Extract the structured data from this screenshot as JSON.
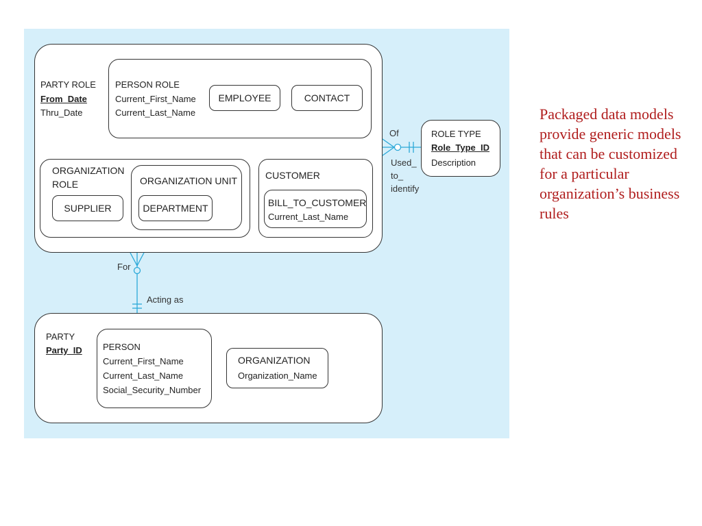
{
  "party_role": {
    "name": "PARTY ROLE",
    "key_attr": "From_Date",
    "attr": "Thru_Date",
    "person_role": {
      "name": "PERSON ROLE",
      "attrs": [
        "Current_First_Name",
        "Current_Last_Name"
      ],
      "subtypes": [
        "EMPLOYEE",
        "CONTACT"
      ]
    },
    "organization_role": {
      "name_lines": [
        "ORGANIZATION",
        "ROLE"
      ],
      "supplier": "SUPPLIER",
      "org_unit": {
        "name": "ORGANIZATION UNIT",
        "department": "DEPARTMENT"
      }
    },
    "customer": {
      "name": "CUSTOMER",
      "bill_to": {
        "name": "BILL_TO_CUSTOMER",
        "attr": "Current_Last_Name"
      }
    }
  },
  "role_type": {
    "name": "ROLE TYPE",
    "key_attr": "Role_Type_ID",
    "attr": "Description"
  },
  "relationships": {
    "of": "Of",
    "used_to_identify": [
      "Used_",
      "to_",
      "identify"
    ],
    "for": "For",
    "acting_as": "Acting as"
  },
  "party": {
    "name": "PARTY",
    "key_attr": "Party_ID",
    "person": {
      "name": "PERSON",
      "attrs": [
        "Current_First_Name",
        "Current_Last_Name",
        "Social_Security_Number"
      ]
    },
    "organization": {
      "name": "ORGANIZATION",
      "attr": "Organization_Name"
    }
  },
  "note": "Packaged data models provide generic models that can be customized for a particular organization’s business rules",
  "colors": {
    "panel_bg": "#d6effa",
    "connector": "#2aa8d8",
    "note_text": "#b01d1d"
  }
}
